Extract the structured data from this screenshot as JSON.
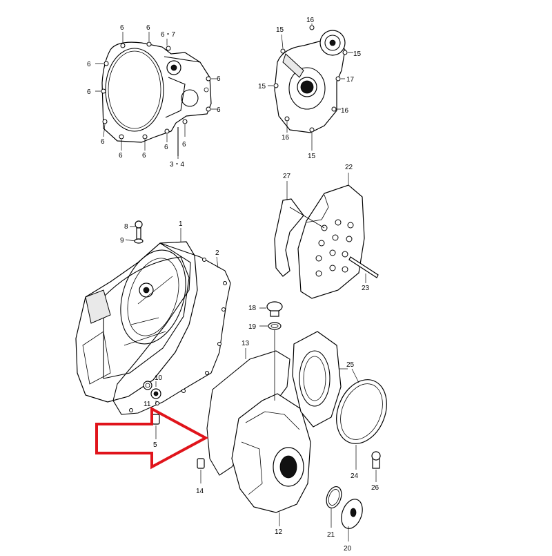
{
  "diagram": {
    "accent_color": "#e0141b",
    "line_color": "#000000",
    "callouts": {
      "c1": "1",
      "c2": "2",
      "c3_4": "3・4",
      "c5": "5",
      "c6": "6",
      "c6_7": "6・7",
      "c8": "8",
      "c9": "9",
      "c10": "10",
      "c11": "11",
      "c12": "12",
      "c13": "13",
      "c14": "14",
      "c15": "15",
      "c16": "16",
      "c17": "17",
      "c18": "18",
      "c19": "19",
      "c20": "20",
      "c21": "21",
      "c22": "22",
      "c23": "23",
      "c24": "24",
      "c25": "25",
      "c26": "26",
      "c27": "27"
    },
    "highlight_arrow": {
      "points_to_callout": "5",
      "color": "#e0141b"
    }
  }
}
